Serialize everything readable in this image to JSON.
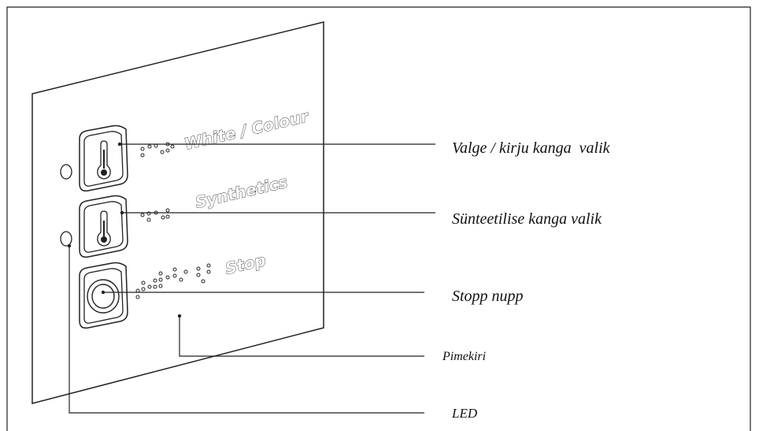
{
  "panel": {
    "buttons": [
      {
        "label": "White / Colour",
        "icon": "thermometer-icon"
      },
      {
        "label": "Synthetics",
        "icon": "thermometer-icon"
      },
      {
        "label": "Stop",
        "icon": "circle-icon"
      }
    ]
  },
  "callouts": [
    {
      "text": "Valge / kirju kanga  valik"
    },
    {
      "text": "Sünteetilise kanga valik"
    },
    {
      "text": "Stopp nupp"
    },
    {
      "text": "Pimekiri"
    },
    {
      "text": "LED"
    }
  ],
  "colors": {
    "line": "#222222",
    "background": "#ffffff"
  }
}
